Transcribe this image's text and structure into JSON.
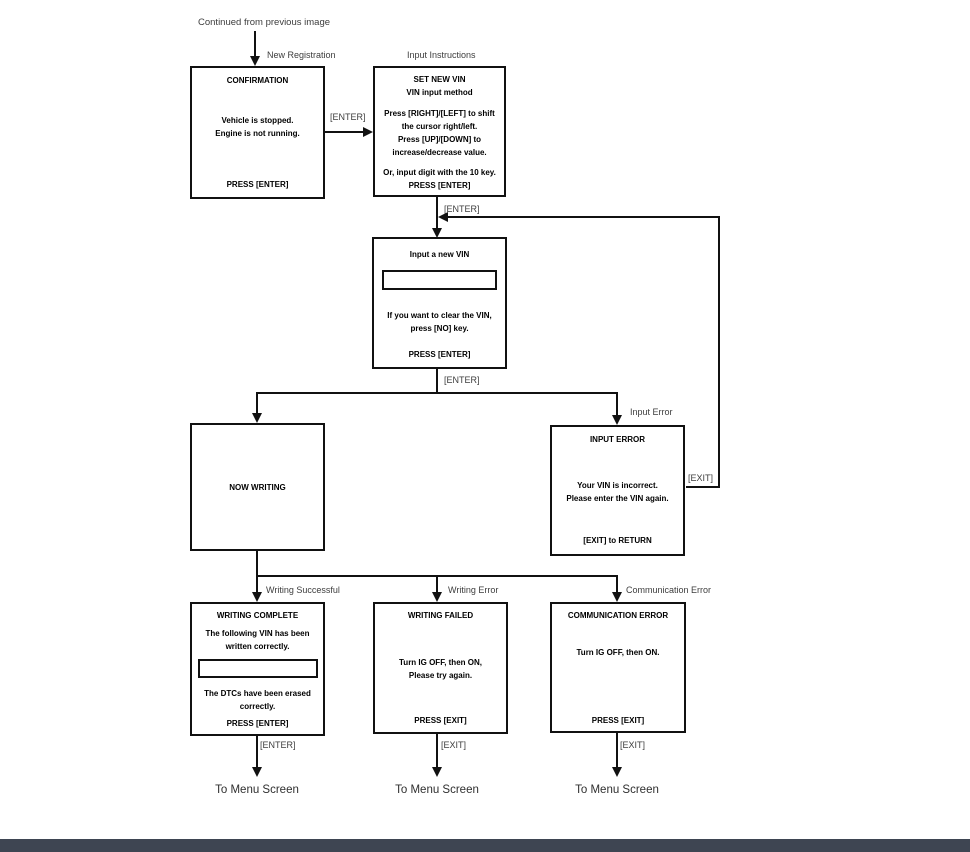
{
  "diagram": {
    "continued_from": "Continued from previous image",
    "tags": {
      "new_registration": "New Registration",
      "input_instructions": "Input Instructions",
      "input_error": "Input Error",
      "writing_successful": "Writing Successful",
      "writing_error": "Writing Error",
      "communication_error": "Communication Error"
    },
    "edges": {
      "enter_confirm_to_set": "[ENTER]",
      "enter_loop_to_input": "[ENTER]",
      "enter_input_to_branch": "[ENTER]",
      "exit_error_loop": "[EXIT]",
      "enter_complete_to_menu": "[ENTER]",
      "exit_failed_to_menu": "[EXIT]",
      "exit_comm_to_menu": "[EXIT]"
    },
    "menu_targets": [
      "To Menu Screen",
      "To Menu Screen",
      "To Menu Screen"
    ],
    "boxes": {
      "confirmation": {
        "title": "CONFIRMATION",
        "body": [
          "Vehicle is stopped.",
          "Engine is not running."
        ],
        "footer": "PRESS [ENTER]"
      },
      "set_new_vin": {
        "title": "SET NEW VIN",
        "subtitle": "VIN input method",
        "body": [
          "Press [RIGHT]/[LEFT] to shift",
          "the cursor right/left.",
          "Press [UP]/[DOWN] to",
          "increase/decrease value."
        ],
        "note": "Or, input digit with the 10 key.",
        "footer": "PRESS [ENTER]"
      },
      "input_new_vin": {
        "title": "Input a new VIN",
        "vin_field_value": "",
        "body": [
          "If you want to clear the VIN,",
          "press [NO] key."
        ],
        "footer": "PRESS [ENTER]"
      },
      "now_writing": {
        "title": "NOW WRITING"
      },
      "input_error": {
        "title": "INPUT ERROR",
        "body": [
          "Your VIN is incorrect.",
          "Please enter the VIN again."
        ],
        "footer": "[EXIT] to RETURN"
      },
      "writing_complete": {
        "title": "WRITING COMPLETE",
        "body": [
          "The following VIN has been",
          "written correctly."
        ],
        "vin_field_value": "",
        "body2": [
          "The DTCs have been erased",
          "correctly."
        ],
        "footer": "PRESS [ENTER]"
      },
      "writing_failed": {
        "title": "WRITING FAILED",
        "body": [
          "Turn IG OFF, then ON,",
          "Please try again."
        ],
        "footer": "PRESS [EXIT]"
      },
      "communication_error": {
        "title": "COMMUNICATION ERROR",
        "body": [
          "Turn IG OFF, then ON."
        ],
        "footer": "PRESS [EXIT]"
      }
    },
    "colors": {
      "line": "#111111",
      "label_text": "#3d3d3d",
      "box_text": "#000000",
      "footer_bar": "#3e4552"
    }
  }
}
